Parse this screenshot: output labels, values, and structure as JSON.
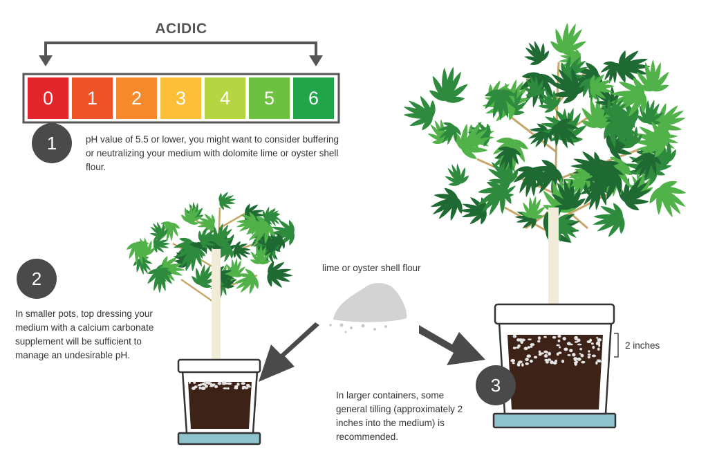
{
  "acidic_scale": {
    "title": "ACIDIC",
    "values": [
      "0",
      "1",
      "2",
      "3",
      "4",
      "5",
      "6"
    ],
    "colors": [
      "#e2262b",
      "#ee5427",
      "#f5892c",
      "#fbbf3a",
      "#b6d542",
      "#6ec041",
      "#22a44b"
    ]
  },
  "steps": [
    {
      "number": "1",
      "text": "pH value of 5.5 or lower, you might want to consider buffering or neutralizing your medium with dolomite lime or oyster shell flour."
    },
    {
      "number": "2",
      "text": "In smaller pots, top dressing your medium with a calcium carbonate supplement will be sufficient to manage an undesirable pH."
    },
    {
      "number": "3",
      "text": "In larger containers, some general tilling (approximately 2 inches into the medium) is recommended."
    }
  ],
  "labels": {
    "powder": "lime or oyster shell flour",
    "depth": "2 inches"
  },
  "palette": {
    "leaf_dark": "#1e6a32",
    "leaf_mid": "#2e8b3e",
    "leaf_light": "#52b24a",
    "soil": "#3d2218",
    "tray": "#8ec2cc",
    "arrow": "#4a4a4a"
  }
}
